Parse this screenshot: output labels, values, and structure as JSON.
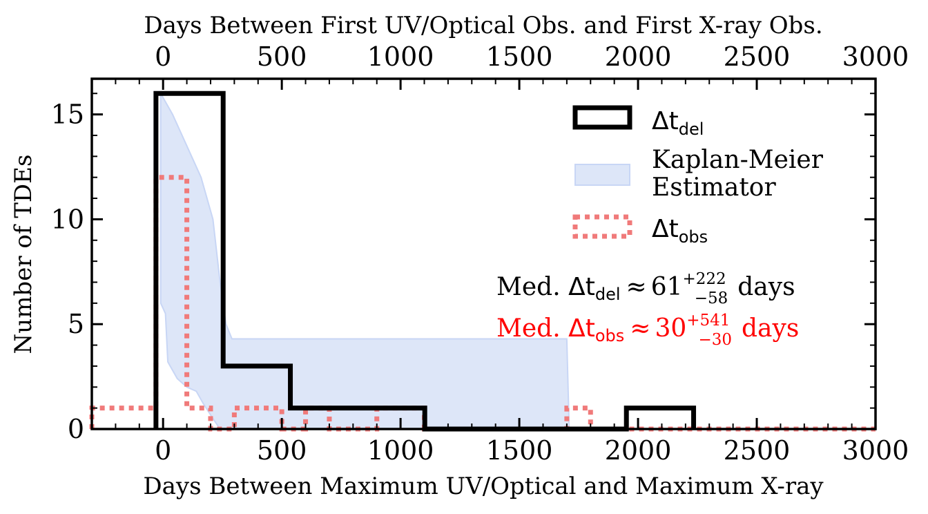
{
  "chart_data": {
    "type": "histogram",
    "xlabel": "Days Between Maximum UV/Optical and Maximum X-ray",
    "xlabel_top": "Days Between First UV/Optical Obs. and First X-ray Obs.",
    "ylabel": "Number of TDEs",
    "xlim": [
      -300,
      3000
    ],
    "ylim": [
      0,
      16.7
    ],
    "xticks": [
      0,
      500,
      1000,
      1500,
      2000,
      2500,
      3000
    ],
    "yticks": [
      0,
      5,
      10,
      15
    ],
    "grid": false,
    "legend_position": "top-right",
    "legend": [
      {
        "base": "Δt",
        "sub": "del",
        "style": "black-step"
      },
      {
        "line1": "Kaplan-Meier",
        "line2": "Estimator",
        "style": "blue-fill"
      },
      {
        "base": "Δt",
        "sub": "obs",
        "style": "red-dotted-step"
      }
    ],
    "series": [
      {
        "key": "dt_del",
        "color": "#000000",
        "edges": [
          -30,
          253,
          536,
          819,
          1102,
          1385,
          1668,
          1951,
          2234
        ],
        "counts": [
          16,
          3,
          1,
          1,
          0,
          0,
          0,
          1
        ]
      },
      {
        "key": "dt_obs",
        "color": "#f07a7a",
        "edges": [
          -300,
          -30,
          100,
          200,
          300,
          400,
          500,
          600,
          700,
          800,
          900,
          1000,
          1100,
          1200,
          1300,
          1400,
          1500,
          1600,
          1700,
          1800,
          1900,
          2000,
          2100,
          2200,
          2300,
          2400,
          2500,
          2600,
          2700,
          2800,
          2900,
          3000
        ],
        "counts": [
          1,
          12,
          1,
          0,
          1,
          1,
          0,
          1,
          0,
          0,
          1,
          1,
          0,
          0,
          0,
          0,
          0,
          0,
          1,
          0,
          0,
          0,
          0,
          0,
          0,
          0,
          0,
          0,
          0,
          0,
          0
        ]
      },
      {
        "key": "km_estimator",
        "color": "#c8d6f5",
        "upper": [
          [
            -10,
            16.0
          ],
          [
            40,
            15.0
          ],
          [
            80,
            14.0
          ],
          [
            120,
            13.0
          ],
          [
            160,
            12.0
          ],
          [
            210,
            10.0
          ],
          [
            240,
            7.0
          ],
          [
            265,
            5.0
          ],
          [
            290,
            4.3
          ],
          [
            1700,
            4.3
          ],
          [
            1710,
            0
          ]
        ],
        "lower": [
          [
            -10,
            6.0
          ],
          [
            10,
            5.5
          ],
          [
            20,
            3.2
          ],
          [
            60,
            2.4
          ],
          [
            100,
            2.0
          ],
          [
            140,
            1.8
          ],
          [
            170,
            1.2
          ],
          [
            210,
            0.5
          ],
          [
            240,
            0.0
          ]
        ]
      }
    ],
    "annotations": [
      {
        "prefix": "Med. ",
        "base": "Δt",
        "sub": "del",
        "approx": "≈",
        "value": "61",
        "sup": "+222",
        "subscript": "−58",
        "suffix": "days",
        "color": "#000000"
      },
      {
        "prefix": "Med. ",
        "base": "Δt",
        "sub": "obs",
        "approx": "≈",
        "value": "30",
        "sup": "+541",
        "subscript": "−30",
        "suffix": "days",
        "color": "#ff0000"
      }
    ]
  }
}
